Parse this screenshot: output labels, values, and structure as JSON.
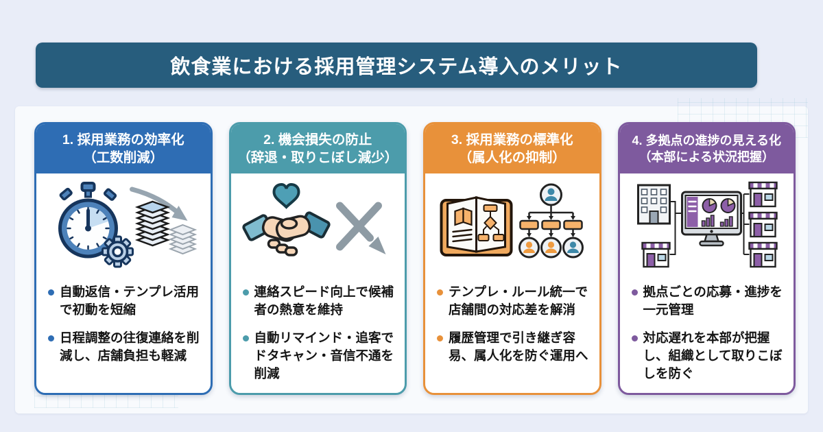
{
  "title": "飲食業における採用管理システム導入のメリット",
  "colors": {
    "page_bg": "#e9edf8",
    "panel_bg": "#f8fafd",
    "title_bar_bg": "#275d7d",
    "card1_accent": "#2e6db4",
    "card2_accent": "#4c9cab",
    "card3_accent": "#e8913a",
    "card4_accent": "#7e5a9e"
  },
  "cards": [
    {
      "title": "1. 採用業務の効率化",
      "subtitle": "（工数削減）",
      "icon": "stopwatch-gear-declining-paper-stack-icon",
      "bullets": [
        "自動返信・テンプレ活用で初動を短縮",
        "日程調整の往復連絡を削減し、店舗負担も軽減"
      ]
    },
    {
      "title": "2. 機会損失の防止",
      "subtitle": "（辞退・取りこぼし減少）",
      "icon": "handshake-heart-cancel-arrow-icon",
      "bullets": [
        "連絡スピード向上で候補者の熱意を維持",
        "自動リマインド・追客でドタキャン・音信不通を削減"
      ]
    },
    {
      "title": "3. 採用業務の標準化",
      "subtitle": "（属人化の抑制）",
      "icon": "manual-book-org-chart-icon",
      "bullets": [
        "テンプレ・ルール統一で店舗間の対応差を解消",
        "履歴管理で引き継ぎ容易、属人化を防ぐ運用へ"
      ]
    },
    {
      "title": "4. 多拠点の進捗の見える化",
      "subtitle": "（本部による状況把握）",
      "icon": "hq-dashboard-stores-network-icon",
      "bullets": [
        "拠点ごとの応募・進捗を一元管理",
        "対応遅れを本部が把握し、組織として取りこぼしを防ぐ"
      ]
    }
  ]
}
